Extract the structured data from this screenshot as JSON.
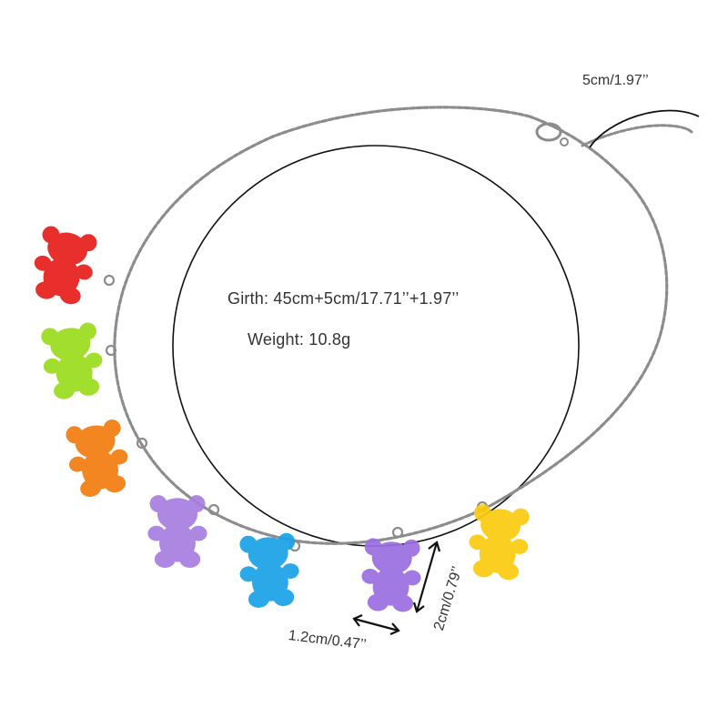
{
  "specs": {
    "girth": "Girth: 45cm+5cm/17.71’’+1.97’’",
    "weight": "Weight: 10.8g"
  },
  "dimensions": {
    "extender": "5cm/1.97’’",
    "pendant_width": "1.2cm/0.47’’",
    "pendant_height": "2cm/0.79’’"
  },
  "colors": {
    "chain": "#8c8c8c",
    "outline": "#111111",
    "bear_red": "#e8201c",
    "bear_green": "#9bdc1e",
    "bear_orange": "#f47d12",
    "bear_purple": "#a77ee0",
    "bear_blue": "#1aa2e6",
    "bear_violet": "#9b6fe0",
    "bear_yellow": "#fbcc12"
  },
  "pendants": [
    "bear_red",
    "bear_green",
    "bear_orange",
    "bear_purple",
    "bear_blue",
    "bear_violet",
    "bear_yellow"
  ]
}
